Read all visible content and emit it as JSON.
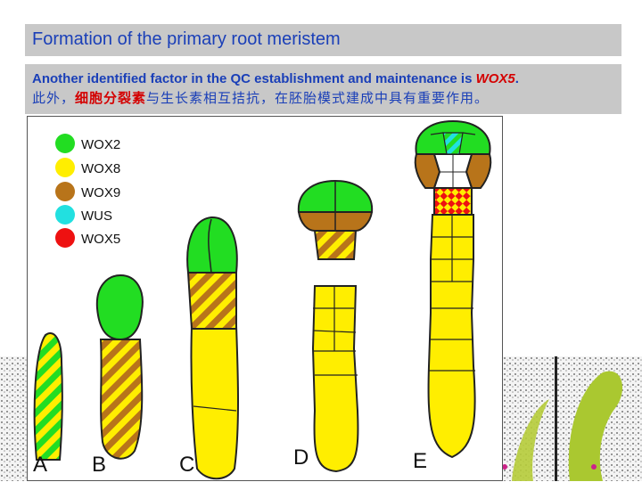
{
  "slide": {
    "title": "Formation of the primary root meristem",
    "subtitle": {
      "line1_prefix": "Another identified factor in the QC establishment and maintenance is ",
      "line1_emphasis": "WOX5",
      "line1_suffix": ".",
      "line2_prefix": "此外，",
      "line2_emphasis": "细胞分裂素",
      "line2_suffix": "与生长素相互拮抗，在胚胎模式建成中具有重要作用。"
    }
  },
  "legend": [
    {
      "label": "WOX2",
      "color": "#22dd22"
    },
    {
      "label": "WOX8",
      "color": "#ffee00"
    },
    {
      "label": "WOX9",
      "color": "#b8741a"
    },
    {
      "label": "WUS",
      "color": "#22e0e0"
    },
    {
      "label": "WOX5",
      "color": "#ee1111"
    }
  ],
  "stages": {
    "a": "A",
    "b": "B",
    "c": "C",
    "d": "D",
    "e": "E"
  },
  "colors": {
    "banner": "#c8c8c8",
    "text_blue": "#1a3fb8",
    "emphasis_red": "#d40000"
  }
}
